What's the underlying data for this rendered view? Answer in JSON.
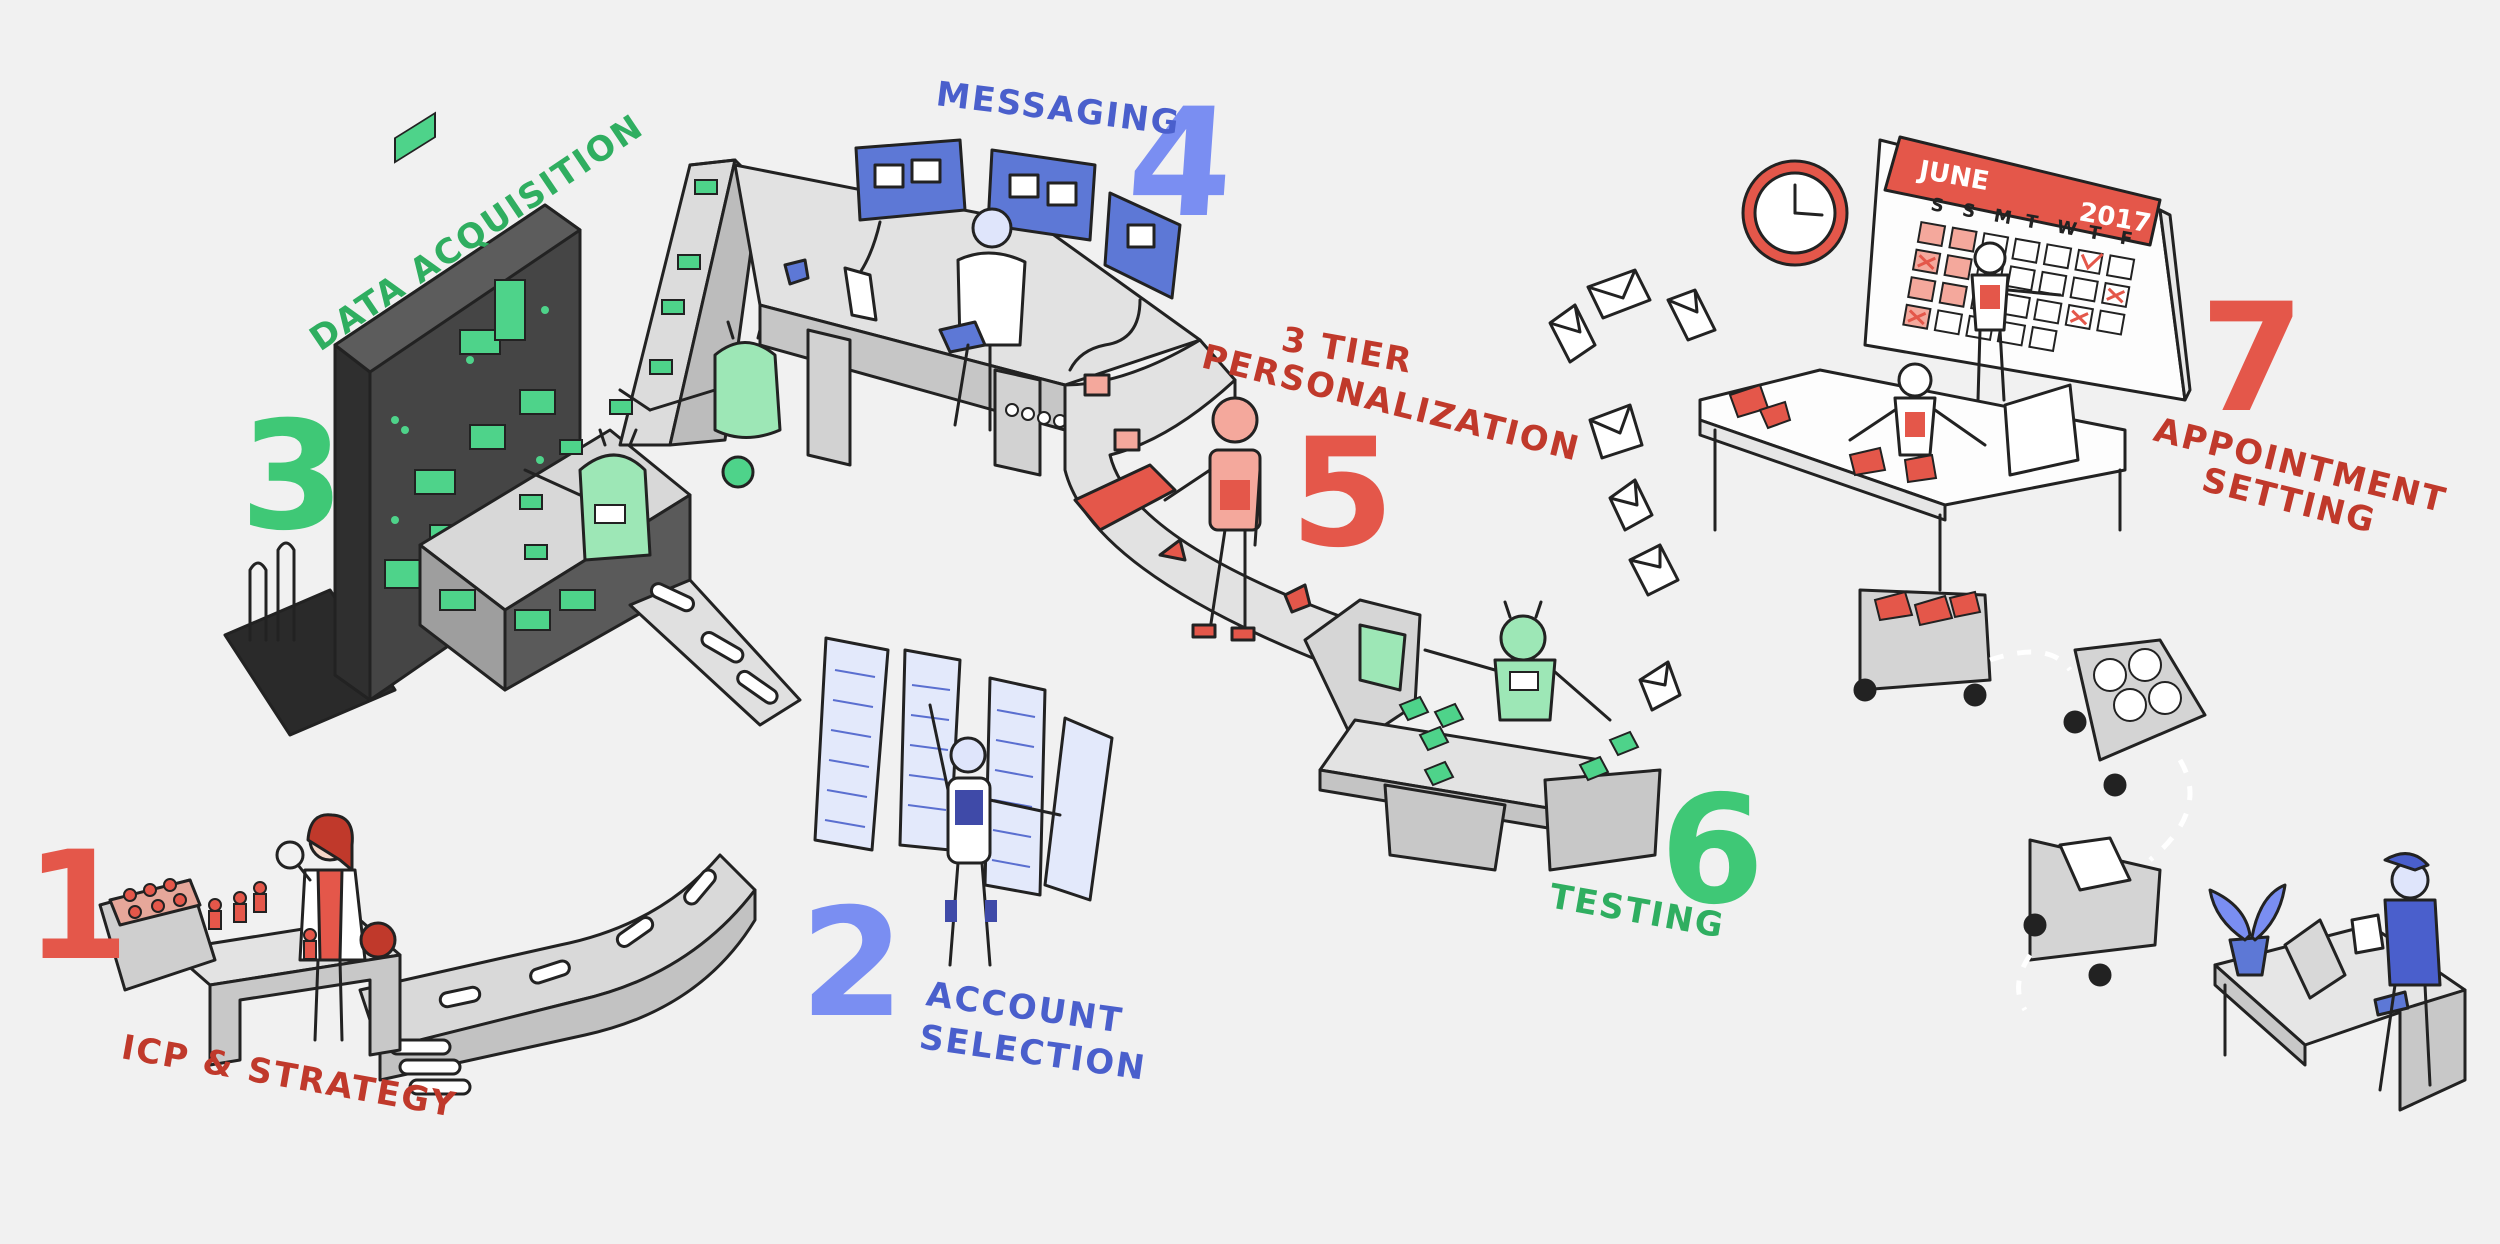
{
  "colors": {
    "red": "#e4574a",
    "green": "#3fc876",
    "blue": "#7a8ef2",
    "machine": "#d6d6d6",
    "dark": "#3b3b3b",
    "screen": "#5d78d6",
    "background": "#f1f1f1"
  },
  "steps": [
    {
      "number": "1",
      "label": "ICP & STRATEGY"
    },
    {
      "number": "2",
      "label_line1": "ACCOUNT",
      "label_line2": "SELECTION"
    },
    {
      "number": "3",
      "label": "DATA ACQUISITION"
    },
    {
      "number": "4",
      "label": "MESSAGING"
    },
    {
      "number": "5",
      "label_line1": "3 TIER",
      "label_line2": "PERSONALIZATION"
    },
    {
      "number": "6",
      "label": "TESTING"
    },
    {
      "number": "7",
      "label_line1": "APPOINTMENT",
      "label_line2": "SETTING"
    }
  ],
  "calendar": {
    "month": "JUNE",
    "year": "2017",
    "weekdays": [
      "S",
      "S",
      "M",
      "T",
      "W",
      "T",
      "F"
    ]
  }
}
